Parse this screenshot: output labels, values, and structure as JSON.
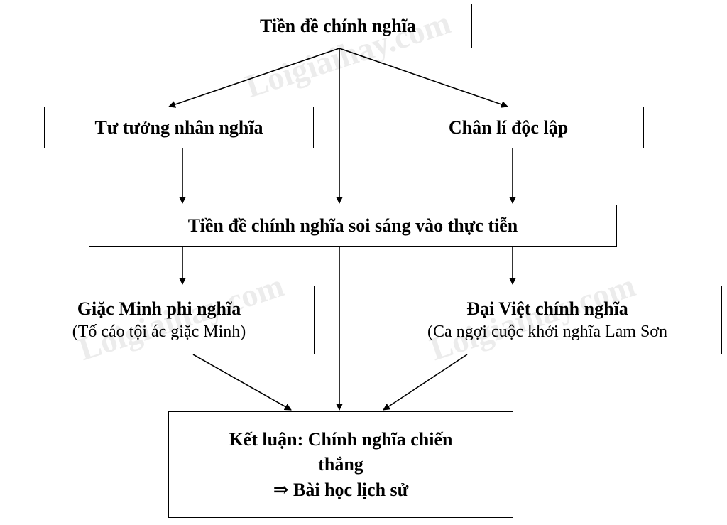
{
  "watermark": "Loigiaihay.com",
  "nodes": {
    "premise": {
      "title": "Tiền đề chính nghĩa"
    },
    "humanity": {
      "title": "Tư tưởng nhân nghĩa"
    },
    "independence": {
      "title": "Chân lí độc lập"
    },
    "reality": {
      "title": "Tiền đề chính nghĩa soi sáng vào thực tiễn"
    },
    "ming": {
      "title": "Giặc Minh phi nghĩa",
      "subtitle": "(Tố cáo tội ác giặc Minh)"
    },
    "daiviet": {
      "title": "Đại Việt chính nghĩa",
      "subtitle": "(Ca ngợi cuộc khởi nghĩa Lam Sơn"
    },
    "conclusion": {
      "line1": "Kết luận: Chính nghĩa chiến",
      "line2": "thắng",
      "line3": "⇒ Bài học lịch sử"
    }
  }
}
